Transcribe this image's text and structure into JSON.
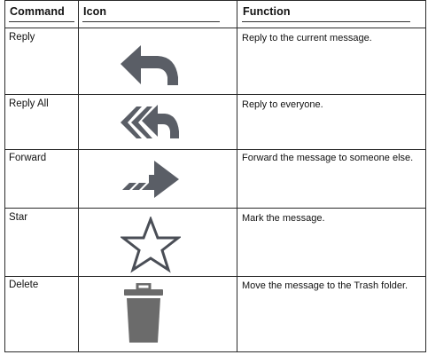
{
  "table": {
    "headers": {
      "command": "Command",
      "icon": "Icon",
      "function": "Function"
    },
    "rows": [
      {
        "command": "Reply",
        "icon": "reply-arrow-icon",
        "function": "Reply to the current message."
      },
      {
        "command": "Reply All",
        "icon": "reply-all-double-arrow-icon",
        "function": "Reply to everyone."
      },
      {
        "command": "Forward",
        "icon": "forward-arrow-icon",
        "function": "Forward the message to someone else."
      },
      {
        "command": "Star",
        "icon": "star-outline-icon",
        "function": "Mark the message."
      },
      {
        "command": "Delete",
        "icon": "trash-can-icon",
        "function": "Move the message to the Trash folder."
      }
    ]
  },
  "colors": {
    "icon_fill": "#5a5e66",
    "trash_fill": "#6b6b6b",
    "border": "#2a2a2a"
  }
}
